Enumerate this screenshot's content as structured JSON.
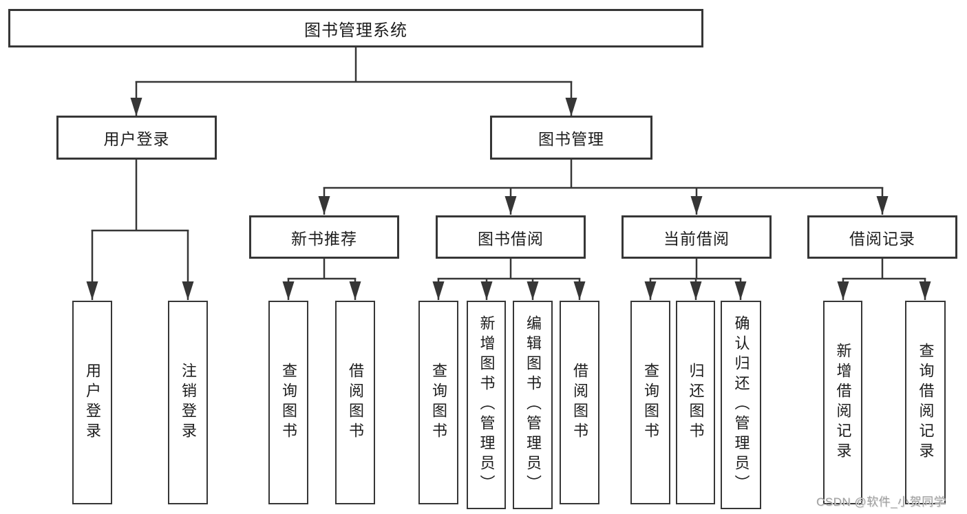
{
  "tree": {
    "root": {
      "label": "图书管理系统",
      "children": [
        {
          "label": "用户登录",
          "children": [
            {
              "label": "用户登录"
            },
            {
              "label": "注销登录"
            }
          ]
        },
        {
          "label": "图书管理",
          "children": [
            {
              "label": "新书推荐",
              "children": [
                {
                  "label": "查询图书"
                },
                {
                  "label": "借阅图书"
                }
              ]
            },
            {
              "label": "图书借阅",
              "children": [
                {
                  "label": "查询图书"
                },
                {
                  "label": "新增图书（管理员）"
                },
                {
                  "label": "编辑图书（管理员）"
                },
                {
                  "label": "借阅图书"
                }
              ]
            },
            {
              "label": "当前借阅",
              "children": [
                {
                  "label": "查询图书"
                },
                {
                  "label": "归还图书"
                },
                {
                  "label": "确认归还（管理员）"
                }
              ]
            },
            {
              "label": "借阅记录",
              "children": [
                {
                  "label": "新增借阅记录"
                },
                {
                  "label": "查询借阅记录"
                }
              ]
            }
          ]
        }
      ]
    }
  },
  "watermark": {
    "text": "CSDN @软件_小贺同学"
  },
  "colors": {
    "line": "#363636",
    "box_border": "#363636",
    "text": "#1d1d1d",
    "background": "#ffffff",
    "watermark": "#989898"
  }
}
